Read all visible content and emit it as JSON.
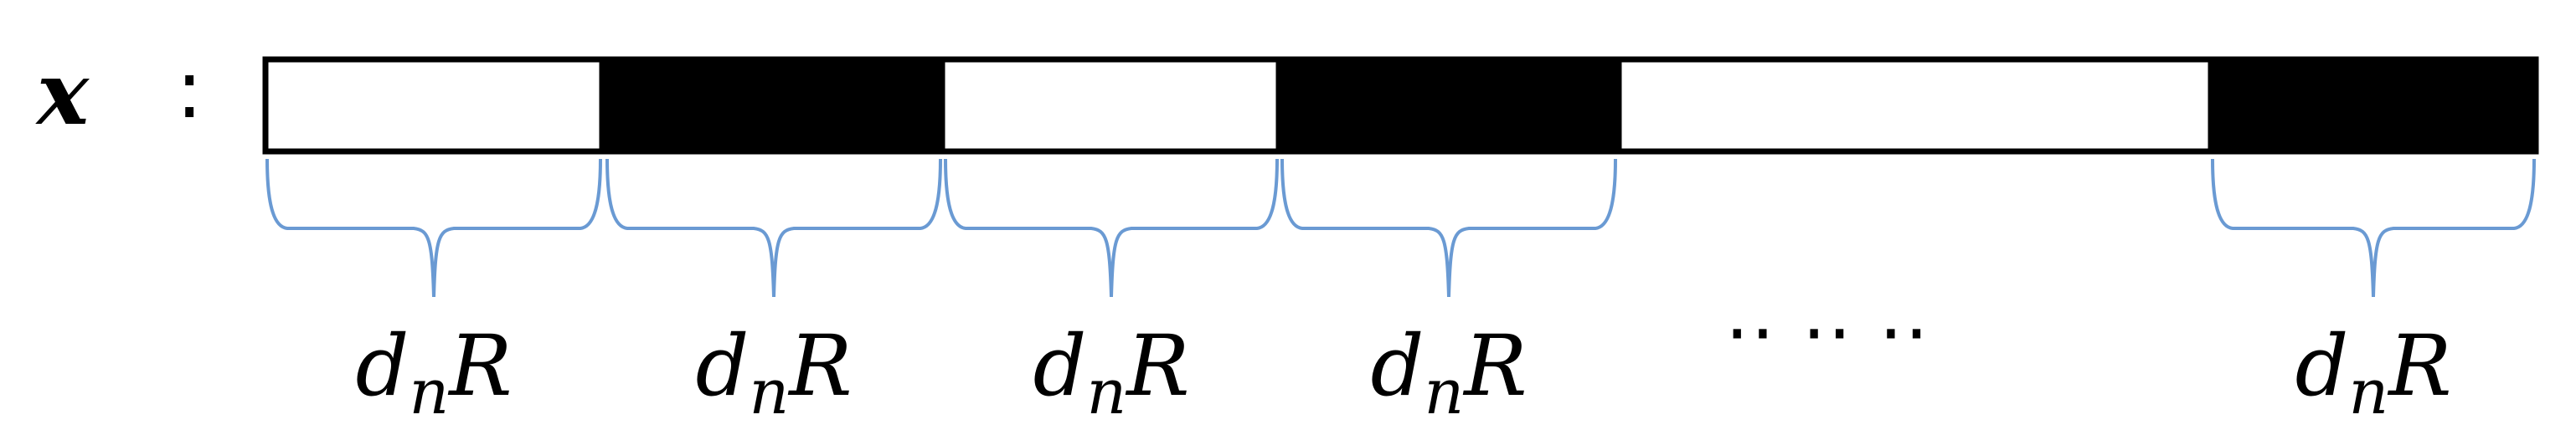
{
  "variable": {
    "label": "x",
    "separator": ":"
  },
  "colors": {
    "filled": "#000000",
    "empty": "#ffffff",
    "outline": "#000000",
    "brace": "#6a9ad3"
  },
  "strip": {
    "segments": [
      {
        "fill": "empty"
      },
      {
        "fill": "filled"
      },
      {
        "fill": "empty"
      },
      {
        "fill": "filled"
      },
      {
        "fill": "empty"
      },
      {
        "fill": "filled"
      }
    ]
  },
  "braces": [
    {
      "label_main": "d",
      "label_sub": "n",
      "label_tail": "R"
    },
    {
      "label_main": "d",
      "label_sub": "n",
      "label_tail": "R"
    },
    {
      "label_main": "d",
      "label_sub": "n",
      "label_tail": "R"
    },
    {
      "label_main": "d",
      "label_sub": "n",
      "label_tail": "R"
    },
    {
      "label_main": "d",
      "label_sub": "n",
      "label_tail": "R"
    }
  ],
  "ellipsis": "·· ·· ··"
}
